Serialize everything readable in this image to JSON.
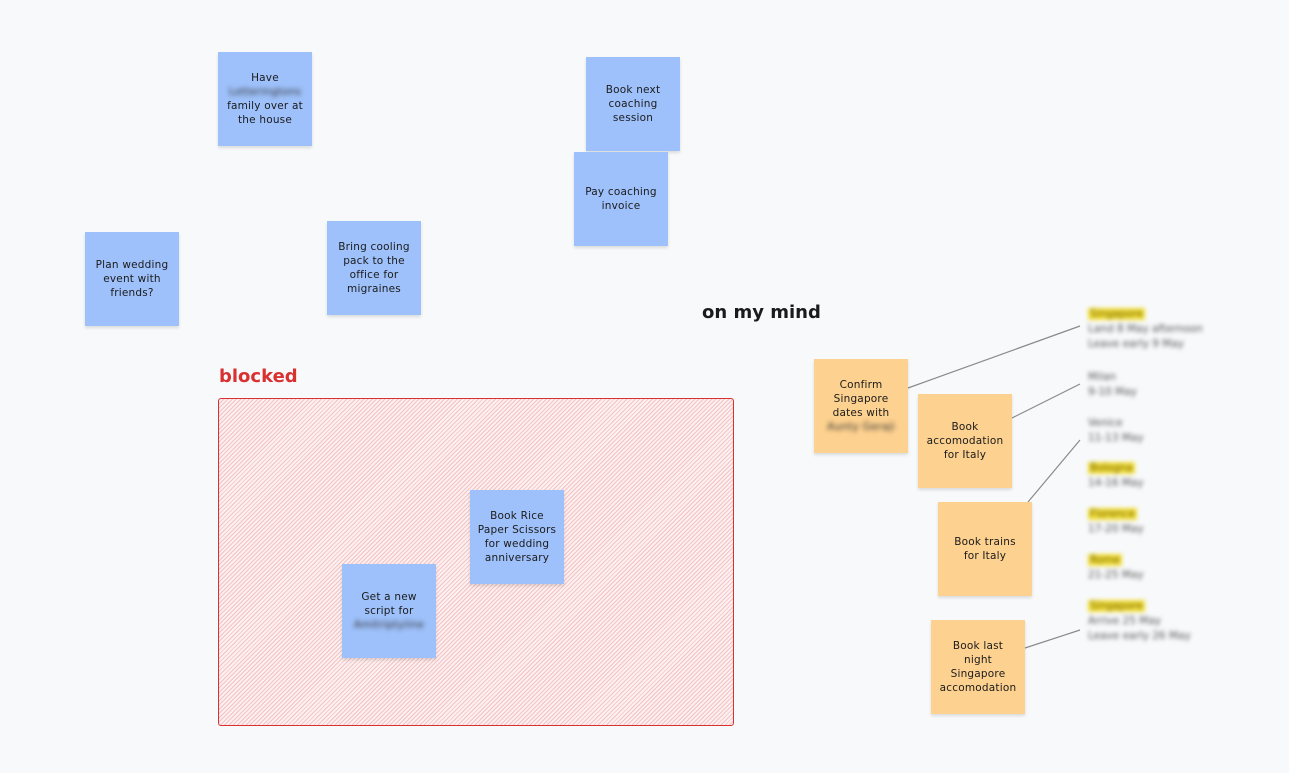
{
  "notes": {
    "have_family": {
      "pre": "Have",
      "blurred": "Lotteringtons",
      "post": "family over at\nthe house"
    },
    "book_coaching": "Book next\ncoaching\nsession",
    "pay_coaching": "Pay coaching\ninvoice",
    "plan_wedding": "Plan wedding\nevent with\nfriends?",
    "cooling_pack": "Bring cooling\npack to the\noffice for\nmigraines",
    "rice_paper": "Book Rice\nPaper Scissors\nfor wedding\nanniversary",
    "new_script": {
      "pre": "Get a new\nscript for",
      "blurred": "Amitriptyline"
    },
    "confirm_singapore": {
      "pre": "Confirm\nSingapore\ndates with",
      "blurred": "Aunty Geraji"
    },
    "book_italy": "Book\naccomodation\nfor Italy",
    "book_trains": "Book trains\nfor Italy",
    "book_last_night": "Book last\nnight\nSingapore\naccomodation"
  },
  "labels": {
    "on_my_mind": "on my mind",
    "blocked": "blocked"
  },
  "side_notes": [
    {
      "title": "Singapore",
      "highlight": true,
      "lines": [
        "Land 8 May afternoon",
        "Leave early 9 May"
      ]
    },
    {
      "title": "Milan",
      "highlight": false,
      "lines": [
        "9-10 May"
      ]
    },
    {
      "title": "Venice",
      "highlight": false,
      "lines": [
        "11-13 May"
      ]
    },
    {
      "title": "Bologna",
      "highlight": true,
      "lines": [
        "14-16 May"
      ]
    },
    {
      "title": "Florence",
      "highlight": true,
      "lines": [
        "17-20 May"
      ]
    },
    {
      "title": "Rome",
      "highlight": true,
      "lines": [
        "21-25 May"
      ]
    },
    {
      "title": "Singapore",
      "highlight": true,
      "lines": [
        "Arrive 25 May",
        "Leave early 26 May"
      ]
    }
  ],
  "colors": {
    "blue_note": "#9ec1fb",
    "orange_note": "#fdd18f",
    "blocked_red": "#d93030",
    "highlight_yellow": "#f5e13c",
    "connector_gray": "#8a8a8a"
  }
}
